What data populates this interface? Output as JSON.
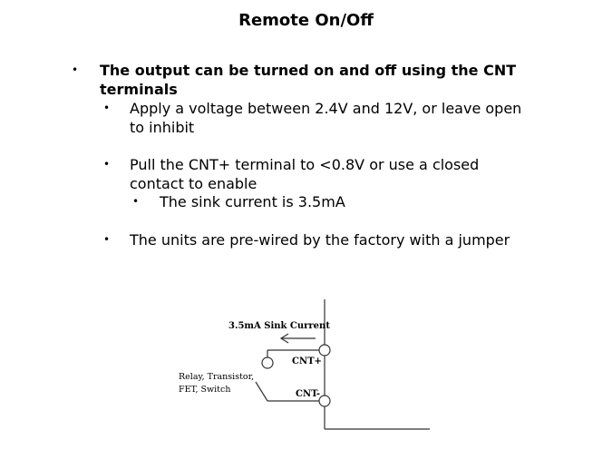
{
  "slide": {
    "title": "Remote On/Off"
  },
  "bullets": {
    "main": "The output can be turned on and off using the CNT terminals",
    "sub1": "Apply a voltage between 2.4V and 12V, or leave open to inhibit",
    "sub2": "Pull the CNT+ terminal to <0.8V or use a closed contact to enable",
    "sub2_child": "The sink current is 3.5mA",
    "sub3": "The units are pre-wired by the factory with a jumper",
    "marker": "•"
  },
  "diagram": {
    "sink_current_label": "3.5mA Sink Current",
    "cnt_plus_label": "CNT+",
    "cnt_minus_label": "CNT-",
    "switch_label_line1": "Relay, Transistor,",
    "switch_label_line2": "FET, Switch"
  }
}
